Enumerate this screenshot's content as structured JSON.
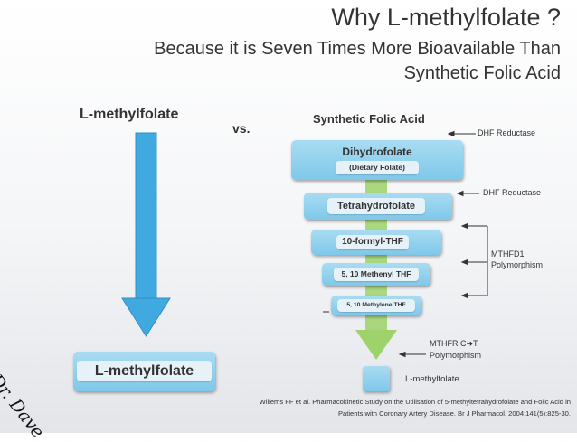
{
  "title": "Why L-methylfolate ?",
  "subtitle_line1": "Because it is Seven Times More Bioavailable Than",
  "subtitle_line2": "Synthetic Folic Acid",
  "left_header": "L-methylfolate",
  "vs_label": "vs.",
  "right_header": "Synthetic Folic Acid",
  "left_result": "L-methylfolate",
  "pathway": {
    "dihydrofolate": "Dihydrofolate",
    "dihydrofolate_note": "(Dietary Folate)",
    "tetrahydrofolate": "Tetrahydrofolate",
    "formyl_thf": "10-formyl-THF",
    "methenyl_thf": "5, 10 Methenyl THF",
    "methylene_thf": "5, 10 Methylene THF",
    "end_product": "L-methylfolate"
  },
  "enzymes": {
    "dhf_reductase_1": "DHF Reductase",
    "dhf_reductase_2": "DHF Reductase",
    "mthfd1_line1": "MTHFD1",
    "mthfd1_line2": "Polymorphism",
    "mthfr_line1a": "MTHFR C",
    "mthfr_line1b": "T",
    "mthfr_line2": "Polymorphism"
  },
  "citation_line1": "Willems FF et al. Pharmacokinetic Study on the Utilisation of 5-methyltetrahydrofolate and Folic Acid in",
  "citation_line2": "Patients with Coronary Artery Disease. Br J Pharmacol. 2004;141(5):825-30.",
  "signature": "Dr. Dave",
  "colors": {
    "box_blue": "#8fd0ee",
    "arrow_blue": "#3fa9e0",
    "arrow_green": "#9ed26a",
    "text": "#333333"
  }
}
